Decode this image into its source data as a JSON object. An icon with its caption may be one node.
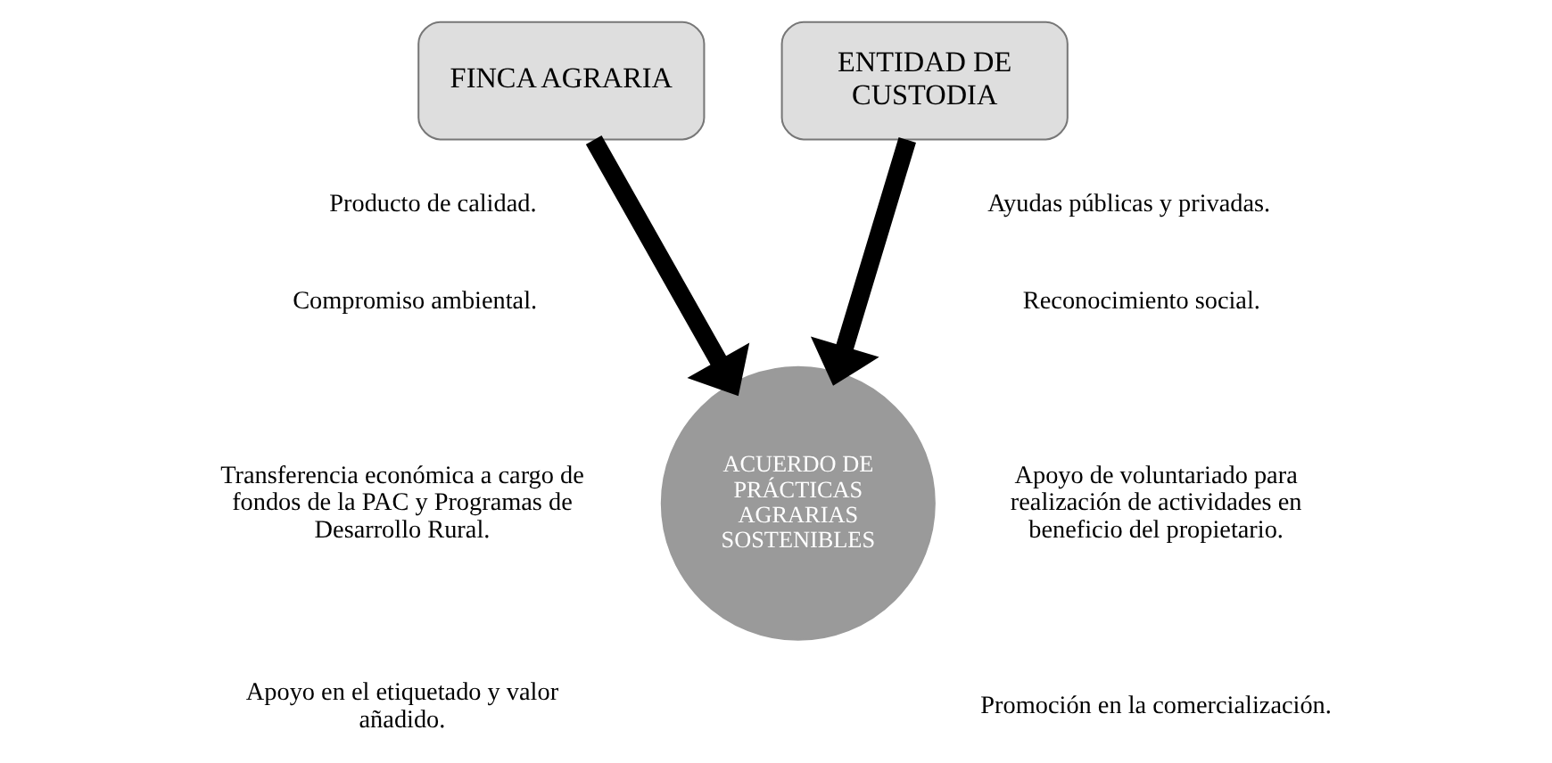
{
  "diagram": {
    "nodes": [
      {
        "text": [
          "FINCA AGRARIA"
        ]
      },
      {
        "text": [
          "ENTIDAD DE CUSTODIA"
        ]
      },
      {
        "text": [
          "ACUERDO DE PRÁCTICAS AGRARIAS SOSTENIBLES"
        ]
      }
    ],
    "edges": [
      {
        "from": 0,
        "to": 2,
        "arrow": "to"
      },
      {
        "from": 1,
        "to": 2,
        "arrow": "to"
      }
    ],
    "labels": [
      "Producto de calidad.",
      "Compromiso ambiental.",
      "Transferencia económica a cargo de fondos de la PAC y Programas de Desarrollo Rural.",
      "Apoyo en el etiquetado y valor añadido.",
      "Ayudas públicas y privadas.",
      "Reconocimiento social.",
      "Apoyo de voluntariado para realización de actividades en beneficio del propietario.",
      "Promoción en la comercialización."
    ]
  }
}
